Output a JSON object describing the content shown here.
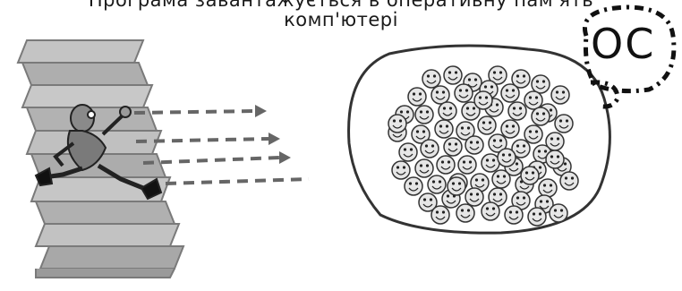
{
  "caption": {
    "line1": "Програма завантажується в оперативну пам'ять",
    "line2": "комп'ютері"
  },
  "os_label": "ОС",
  "icons": {
    "books": "stack-of-books-icon",
    "runner": "running-man-icon",
    "smiley": "smiley-face-icon"
  },
  "colors": {
    "stroke": "#333333",
    "books": "#9a9a9a",
    "arrow": "#666666",
    "smiley_fill": "#e6e6e6"
  }
}
